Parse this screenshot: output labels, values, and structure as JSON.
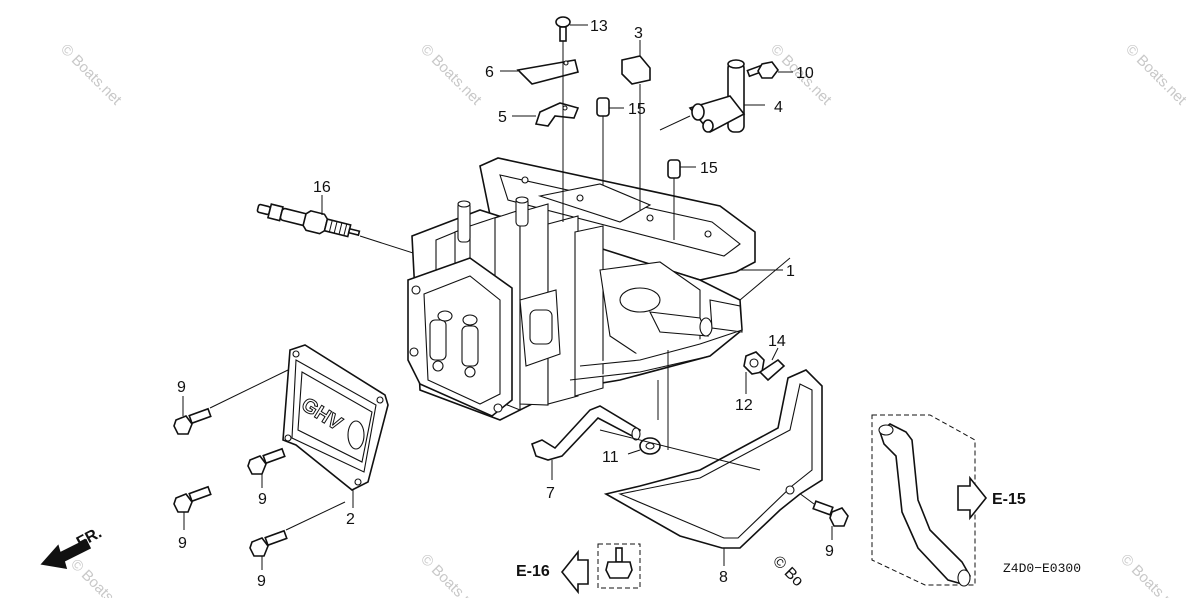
{
  "callouts": [
    {
      "id": "1",
      "text": "1"
    },
    {
      "id": "2",
      "text": "2"
    },
    {
      "id": "3",
      "text": "3"
    },
    {
      "id": "4",
      "text": "4"
    },
    {
      "id": "5",
      "text": "5"
    },
    {
      "id": "6",
      "text": "6"
    },
    {
      "id": "7",
      "text": "7"
    },
    {
      "id": "8",
      "text": "8"
    },
    {
      "id": "9a",
      "text": "9"
    },
    {
      "id": "9b",
      "text": "9"
    },
    {
      "id": "9c",
      "text": "9"
    },
    {
      "id": "9d",
      "text": "9"
    },
    {
      "id": "9e",
      "text": "9"
    },
    {
      "id": "10",
      "text": "10"
    },
    {
      "id": "11",
      "text": "11"
    },
    {
      "id": "12",
      "text": "12"
    },
    {
      "id": "13",
      "text": "13"
    },
    {
      "id": "14",
      "text": "14"
    },
    {
      "id": "15a",
      "text": "15"
    },
    {
      "id": "15b",
      "text": "15"
    },
    {
      "id": "16",
      "text": "16"
    }
  ],
  "references": {
    "e15": "E-15",
    "e16": "E-16"
  },
  "direction_label": "FR.",
  "diagram_code": "Z4D0−E0300",
  "engraving": "GHV",
  "watermark": "© Boats.net",
  "copyright_mark": "© Bo"
}
